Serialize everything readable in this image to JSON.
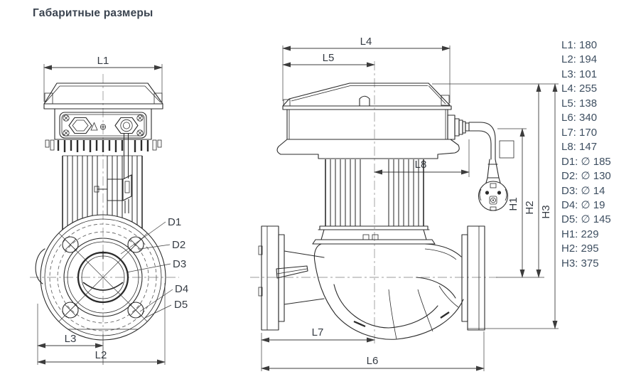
{
  "title": "Габаритные размеры",
  "legend": {
    "items": [
      "L1: 180",
      "L2: 194",
      "L3: 101",
      "L4: 255",
      "L5: 138",
      "L6: 340",
      "L7: 170",
      "L8: 147",
      "D1: ∅ 185",
      "D2: ∅ 130",
      "D3: ∅ 14",
      "D4: ∅ 19",
      "D5: ∅ 145",
      "H1: 229",
      "H2: 295",
      "H3: 375"
    ]
  },
  "dimensions_mm": {
    "L1": 180,
    "L2": 194,
    "L3": 101,
    "L4": 255,
    "L5": 138,
    "L6": 340,
    "L7": 170,
    "L8": 147,
    "D1": 185,
    "D2": 130,
    "D3": 14,
    "D4": 19,
    "D5": 145,
    "H1": 229,
    "H2": 295,
    "H3": 375
  },
  "diameter_symbol": "∅",
  "labels": {
    "L1": "L1",
    "L2": "L2",
    "L3": "L3",
    "L4": "L4",
    "L5": "L5",
    "L6": "L6",
    "L7": "L7",
    "L8": "L8",
    "D1": "D1",
    "D2": "D2",
    "D3": "D3",
    "D4": "D4",
    "D5": "D5",
    "H1": "H1",
    "H2": "H2",
    "H3": "H3"
  },
  "colors": {
    "title": "#3b4450",
    "legend": "#3d4e60",
    "line": "#2b2b2b",
    "dimension": "#3c3c3c",
    "centerline": "#9b9b9b",
    "label": "#363c44"
  }
}
